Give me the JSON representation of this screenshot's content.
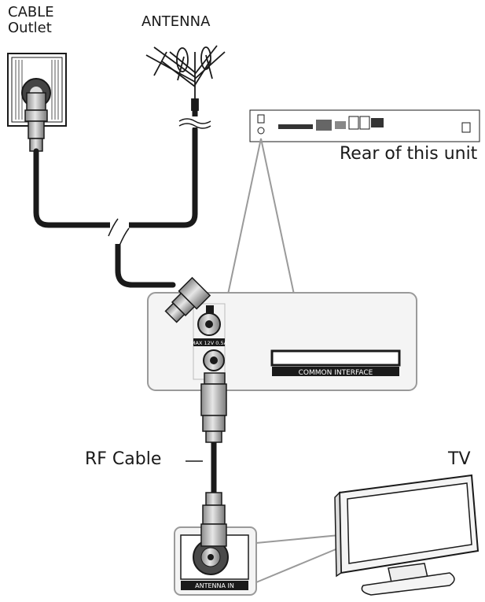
{
  "labels": {
    "cable_outlet_line1": "CABLE",
    "cable_outlet_line2": "Outlet",
    "antenna": "ANTENNA",
    "rear_of_unit": "Rear of this unit",
    "rf_cable": "RF Cable",
    "tv": "TV",
    "max_current": "MAX 12V 0.5A",
    "common_interface": "COMMON INTERFACE",
    "antenna_in": "ANTENNA IN"
  },
  "colors": {
    "line": "#1a1a1a",
    "callout": "#9a9a9a",
    "panel_fill": "#f4f4f4",
    "connector_fill": "#cfcfcf"
  }
}
